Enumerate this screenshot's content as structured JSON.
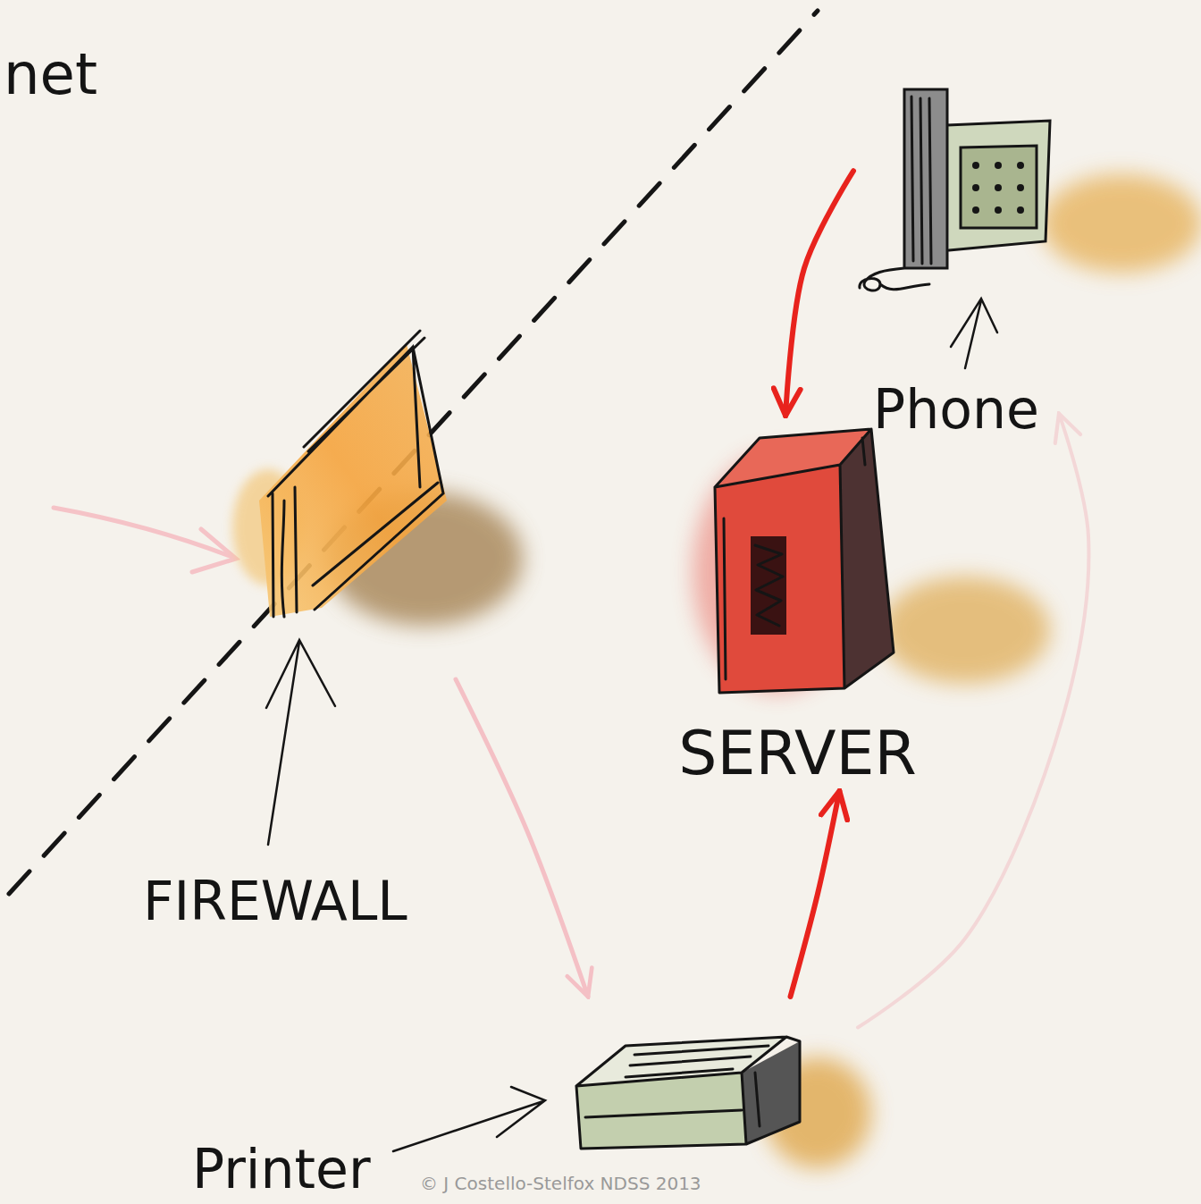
{
  "diagram": {
    "nodes": [
      {
        "text": [
          "Phone"
        ]
      },
      {
        "text": [
          "FIREWALL"
        ]
      },
      {
        "text": [
          "SERVER"
        ]
      },
      {
        "text": [
          "Printer"
        ]
      }
    ],
    "edges": [
      {
        "from": 0,
        "to": 2,
        "arrow": "to"
      },
      {
        "from": 1,
        "to": 3,
        "arrow": "to"
      },
      {
        "from": 3,
        "to": 2,
        "arrow": "to"
      },
      {
        "from": 3,
        "to": 0,
        "arrow": "to"
      }
    ],
    "labels": [
      "net",
      "© J Costello-Stelfox NDSS 2013"
    ]
  }
}
